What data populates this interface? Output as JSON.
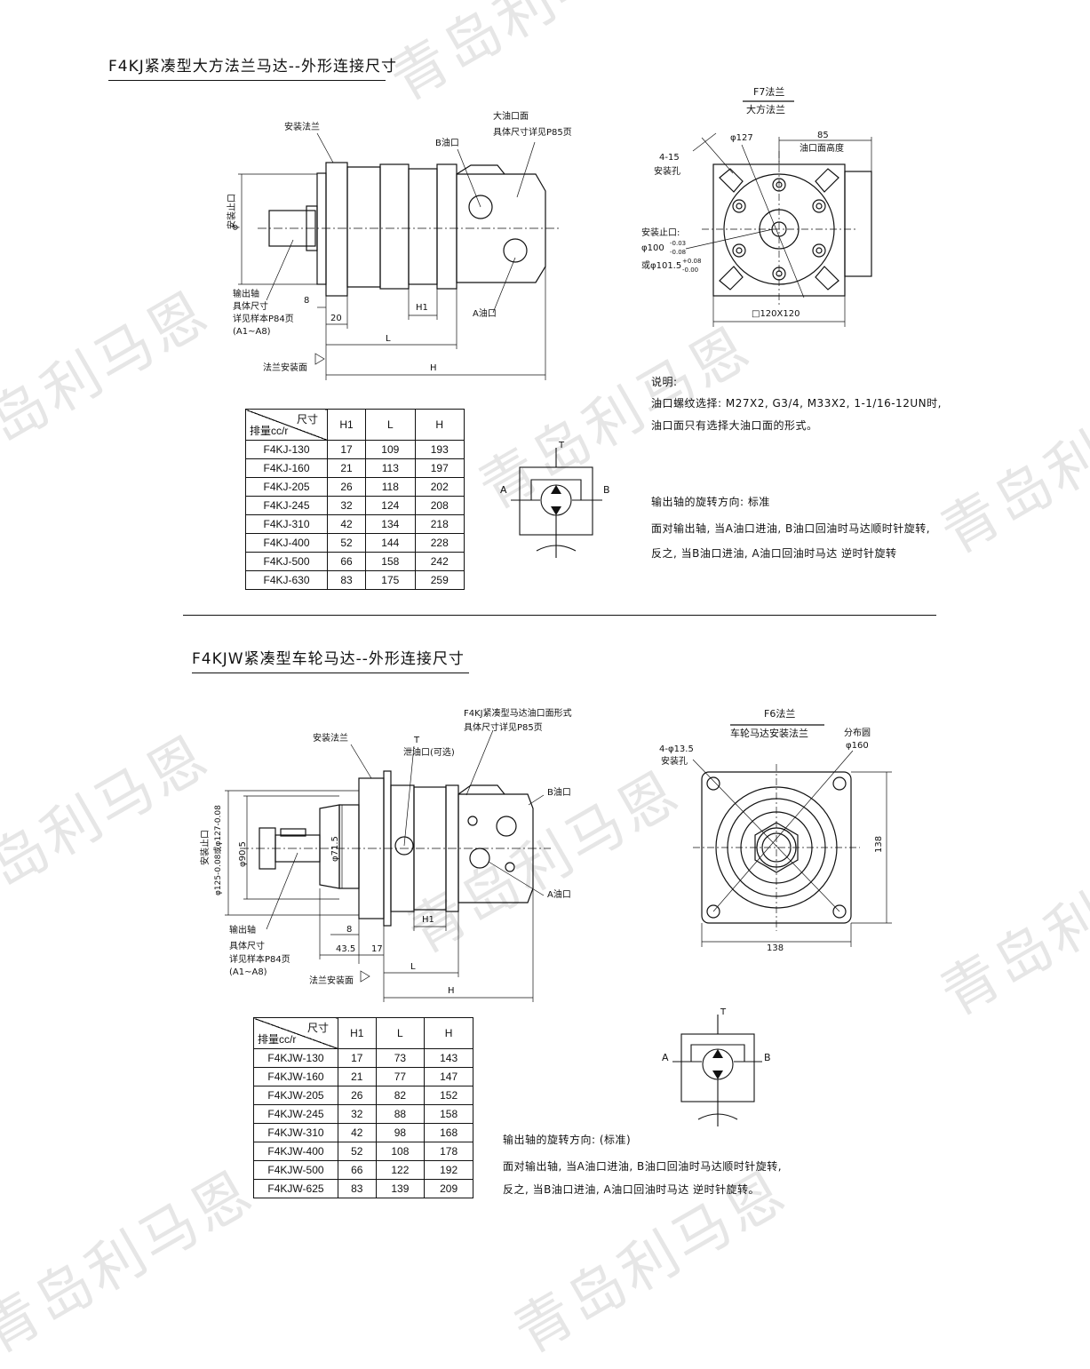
{
  "watermark": "青岛利马恩",
  "section1": {
    "title": "F4KJ紧凑型大方法兰马达--外形连接尺寸",
    "drawing_labels": {
      "mount_flange": "安装法兰",
      "big_port_face": "大油口面",
      "port_face_ref": "具体尺寸详见P85页",
      "port_b": "B油口",
      "port_a": "A油口",
      "pilot_dia": "φ",
      "pilot_name": "安装止口",
      "output_shaft_1": "输出轴",
      "output_shaft_2": "具体尺寸",
      "output_shaft_3": "详见样本P84页",
      "output_shaft_4": "(A1~A8)",
      "dim_8": "8",
      "dim_20": "20",
      "dim_h1": "H1",
      "dim_l": "L",
      "dim_h": "H",
      "flange_mount_face": "法兰安装面"
    },
    "flange_view": {
      "title": "F7法兰",
      "subtitle": "大方法兰",
      "holes_1": "4-15",
      "holes_2": "安装孔",
      "dia127": "φ127",
      "dim85": "85",
      "port_face_height": "油口面高度",
      "pilot_1": "安装止口:",
      "pilot_2": "φ100",
      "pilot_2_tol_up": "-0.03",
      "pilot_2_tol_dn": "-0.08",
      "pilot_3": "或φ101.5",
      "pilot_3_tol_up": "+0.08",
      "pilot_3_tol_dn": "-0.00",
      "square": "□120X120"
    },
    "notes": {
      "heading": "说明:",
      "line1": "油口螺纹选择: M27X2, G3/4, M33X2, 1-1/16-12UN时,",
      "line2": "油口面只有选择大油口面的形式。"
    },
    "rotation": {
      "heading": "输出轴的旋转方向: 标准",
      "line1": "面对输出轴, 当A油口进油, B油口回油时马达顺时针旋转,",
      "line2": "反之, 当B油口进油, A油口回油时马达 逆时针旋转"
    },
    "symbol": {
      "a": "A",
      "b": "B",
      "t": "T"
    },
    "table": {
      "hdr_top": "尺寸",
      "hdr_bot": "排量cc/r",
      "cols": [
        "H1",
        "L",
        "H"
      ],
      "rows": [
        [
          "F4KJ-130",
          "17",
          "109",
          "193"
        ],
        [
          "F4KJ-160",
          "21",
          "113",
          "197"
        ],
        [
          "F4KJ-205",
          "26",
          "118",
          "202"
        ],
        [
          "F4KJ-245",
          "32",
          "124",
          "208"
        ],
        [
          "F4KJ-310",
          "42",
          "134",
          "218"
        ],
        [
          "F4KJ-400",
          "52",
          "144",
          "228"
        ],
        [
          "F4KJ-500",
          "66",
          "158",
          "242"
        ],
        [
          "F4KJ-630",
          "83",
          "175",
          "259"
        ]
      ]
    }
  },
  "section2": {
    "title": "F4KJW紧凑型车轮马达--外形连接尺寸",
    "drawing_labels": {
      "mount_flange": "安装法兰",
      "t": "T",
      "drain_port": "泄油口(可选)",
      "port_face_1": "F4KJ紧凑型马达油口面形式",
      "port_face_2": "具体尺寸详见P85页",
      "port_b": "B油口",
      "port_a": "A油口",
      "pilot_name": "安装止口",
      "pilot_dims": "φ125-0.08或φ127-0.08",
      "dia90": "φ90.5",
      "dia71": "φ71.5",
      "output_shaft_1": "输出轴",
      "output_shaft_2": "具体尺寸",
      "output_shaft_3": "详见样本P84页",
      "output_shaft_4": "(A1~A8)",
      "dim_8": "8",
      "dim_435": "43.5",
      "dim_17": "17",
      "dim_h1": "H1",
      "dim_l": "L",
      "dim_h": "H",
      "flange_mount_face": "法兰安装面"
    },
    "flange_view": {
      "title": "F6法兰",
      "subtitle": "车轮马达安装法兰",
      "holes_1": "4-φ13.5",
      "holes_2": "安装孔",
      "pcd_1": "分布圆",
      "pcd_2": "φ160",
      "dim138_h": "138",
      "dim138_v": "138"
    },
    "rotation": {
      "heading": "输出轴的旋转方向: (标准)",
      "line1": "面对输出轴, 当A油口进油, B油口回油时马达顺时针旋转,",
      "line2": "反之, 当B油口进油, A油口回油时马达 逆时针旋转。"
    },
    "symbol": {
      "a": "A",
      "b": "B",
      "t": "T"
    },
    "table": {
      "hdr_top": "尺寸",
      "hdr_bot": "排量cc/r",
      "cols": [
        "H1",
        "L",
        "H"
      ],
      "rows": [
        [
          "F4KJW-130",
          "17",
          "73",
          "143"
        ],
        [
          "F4KJW-160",
          "21",
          "77",
          "147"
        ],
        [
          "F4KJW-205",
          "26",
          "82",
          "152"
        ],
        [
          "F4KJW-245",
          "32",
          "88",
          "158"
        ],
        [
          "F4KJW-310",
          "42",
          "98",
          "168"
        ],
        [
          "F4KJW-400",
          "52",
          "108",
          "178"
        ],
        [
          "F4KJW-500",
          "66",
          "122",
          "192"
        ],
        [
          "F4KJW-625",
          "83",
          "139",
          "209"
        ]
      ]
    }
  }
}
